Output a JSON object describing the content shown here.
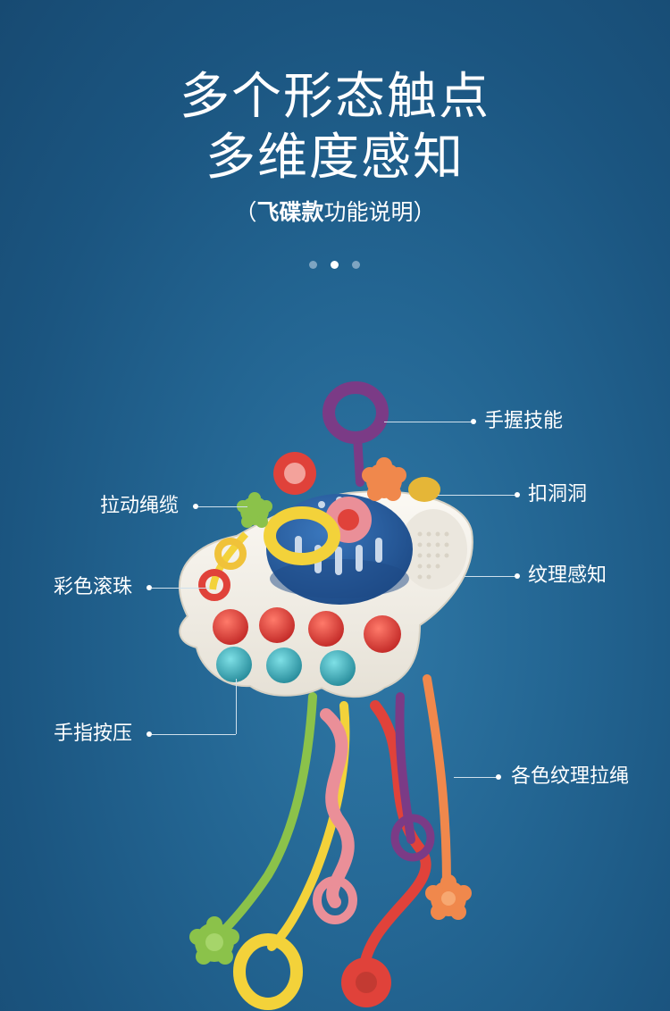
{
  "headline": {
    "line1": "多个形态触点",
    "line2": "多维度感知"
  },
  "subtitle": {
    "open": "（",
    "bold": "飞碟款",
    "rest": "功能说明）"
  },
  "carousel": {
    "count": 3,
    "active_index": 1
  },
  "callouts": {
    "grip": "手握技能",
    "holes": "扣洞洞",
    "pull_cord": "拉动绳缆",
    "texture": "纹理感知",
    "beads": "彩色滚珠",
    "press": "手指按压",
    "cords": "各色纹理拉绳"
  },
  "colors": {
    "background": "#1b5580",
    "body": "#f4f1ea",
    "dome": "#23569a",
    "red": "#e0423a",
    "teal": "#3aa6b4",
    "yellow": "#f3d23a",
    "purple": "#7b3b86",
    "orange": "#f0884c",
    "green": "#8bc24a",
    "pink": "#ea8f98"
  }
}
